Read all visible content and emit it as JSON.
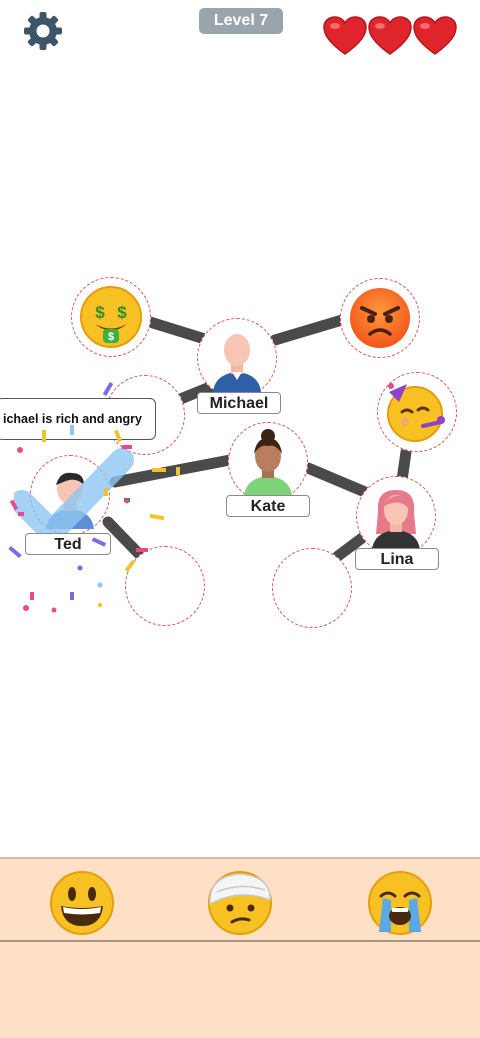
{
  "header": {
    "settings_icon": "gear-icon",
    "level_label": "Level 7",
    "lives": 3,
    "heart_color": "#e0242b"
  },
  "characters": [
    {
      "name": "Michael"
    },
    {
      "name": "Kate"
    },
    {
      "name": "Ted"
    },
    {
      "name": "Lina"
    }
  ],
  "placed_emojis": [
    {
      "slot": "michael-left",
      "emoji": "money-mouth-face-icon"
    },
    {
      "slot": "michael-right",
      "emoji": "angry-face-icon"
    },
    {
      "slot": "lina-top",
      "emoji": "partying-face-icon"
    }
  ],
  "hint_bubble": {
    "text": "ichael is rich and angry"
  },
  "tray": {
    "items": [
      {
        "emoji": "grinning-face-icon"
      },
      {
        "emoji": "face-with-head-bandage-icon"
      },
      {
        "emoji": "loudly-crying-face-icon"
      }
    ]
  },
  "colors": {
    "slot_border": "#d9545c",
    "connector": "#4a4a4a",
    "tray_bg": "#fde0c6"
  }
}
